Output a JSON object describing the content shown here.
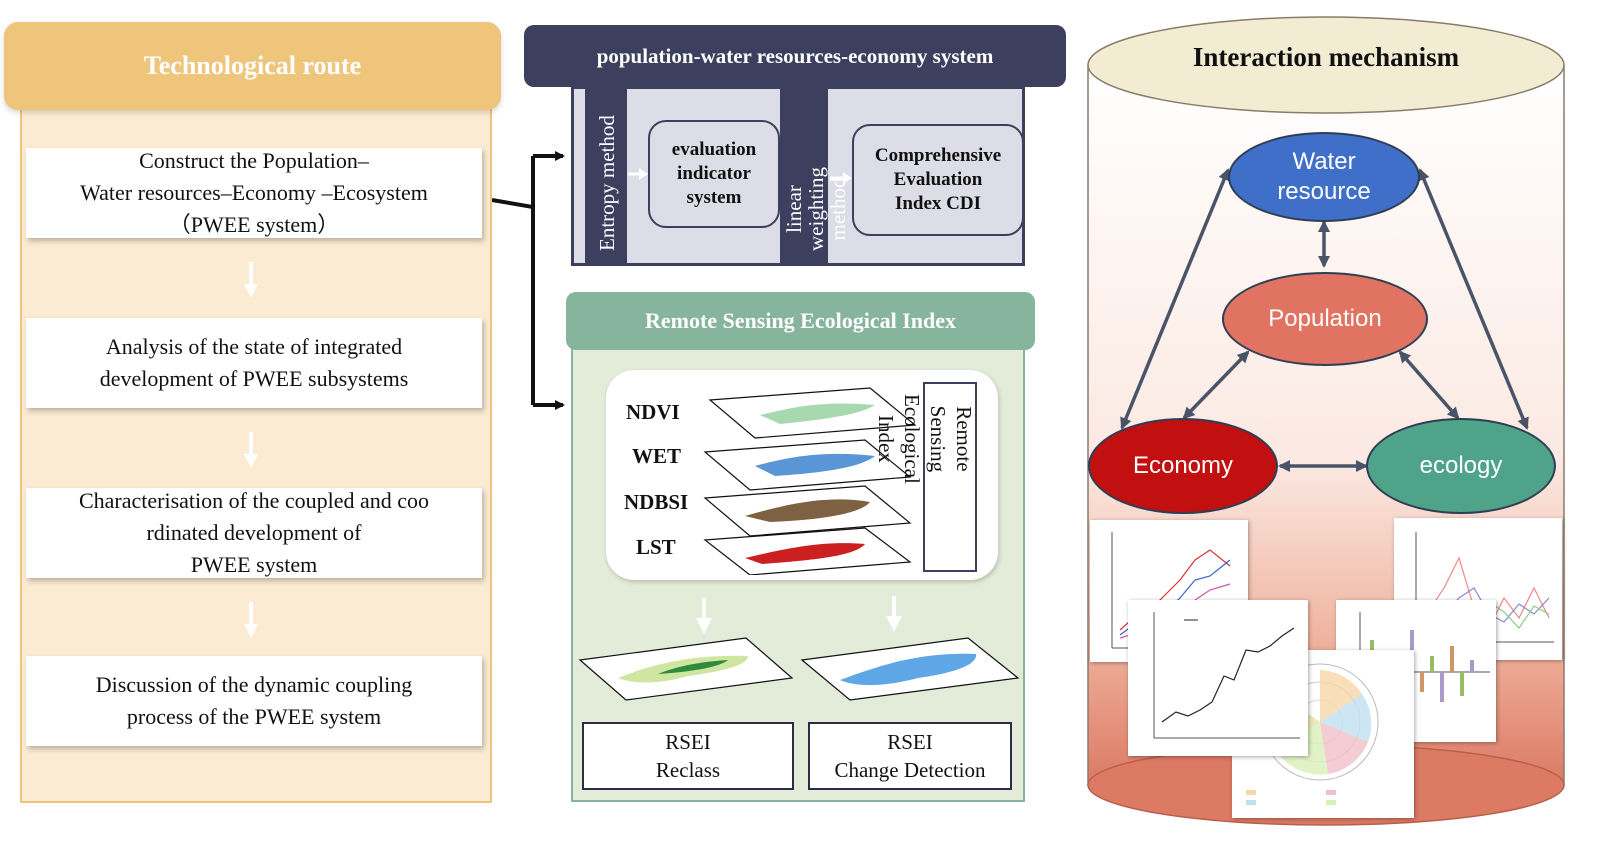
{
  "left_panel": {
    "title": "Technological route",
    "steps": [
      "Construct the Population–\nWater resources–Economy –Ecosystem\n（PWEE system）",
      "Analysis of the state of integrated\ndevelopment of PWEE subsystems",
      "Characterisation of the coupled and coo\nrdinated development of\nPWEE system",
      "Discussion of the dynamic coupling\nprocess of the PWEE system"
    ]
  },
  "top_panel": {
    "title": "population-water resources-economy system",
    "entropy_label": "Entropy method",
    "indicator_box": "evaluation\nindicator\nsystem",
    "weighting_label": "linear weighting\nmethod",
    "cdi_box": "Comprehensive\nEvaluation\nIndex CDI"
  },
  "rs_panel": {
    "title": "Remote Sensing Ecological Index",
    "layers": [
      "NDVI",
      "WET",
      "NDBSI",
      "LST"
    ],
    "vertical_label": "Remote Sensing\nEcological Index",
    "outputs": [
      "RSEI\nReclass",
      "RSEI\nChange Detection"
    ]
  },
  "right_panel": {
    "title": "Interaction mechanism",
    "nodes": {
      "water": "Water\nresource",
      "population": "Population",
      "economy": "Economy",
      "ecology": "ecology"
    }
  },
  "colors": {
    "left_header": "#efc47b",
    "left_body": "#fbebd2",
    "top_header": "#3d3f5e",
    "rs_header": "#86b49d",
    "water_node": "#3f6fc9",
    "population_node": "#e07362",
    "economy_node": "#c20f10",
    "ecology_node": "#4fa388"
  }
}
